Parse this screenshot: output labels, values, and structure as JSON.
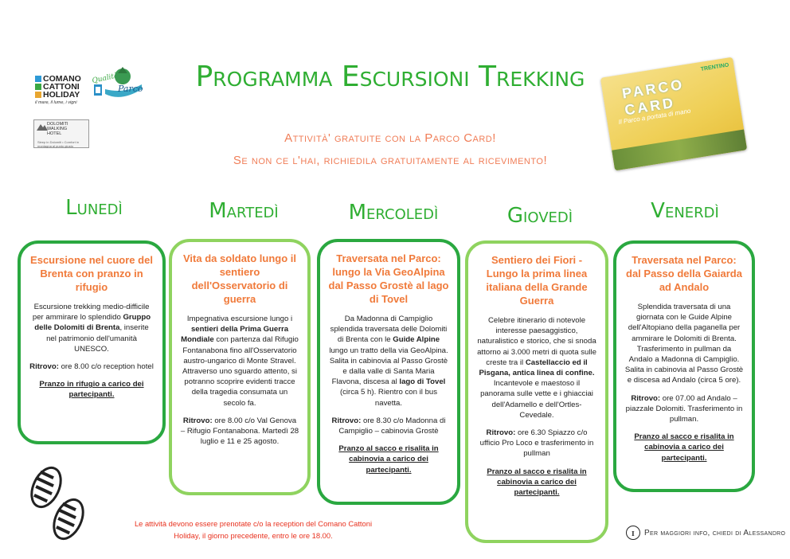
{
  "logos": {
    "comano": {
      "line1": "COMANO",
      "line2": "CATTONI",
      "line3": "HOLIDAY",
      "tagline": "il mare, il lume, i vigni"
    },
    "parco": {
      "script": "Qualità",
      "name": "Parco"
    },
    "dolomiti": {
      "line1": "DOLOMITI",
      "line2": "WALKING",
      "line3": "HOTEL",
      "sub": "Sleep in Dolomiti  •  Comfort in montagna al punto giusto"
    }
  },
  "header": {
    "title": "Programma Escursioni Trekking",
    "subtitle_line1": "Attività' gratuite con la Parco Card!",
    "subtitle_line2": "Se non ce l'hai, richiedila gratuitamente al ricevimento!"
  },
  "parco_card": {
    "title": "PARCO CARD",
    "brand": "TRENTINO",
    "motto": "Il Parco a portata di mano"
  },
  "days": [
    {
      "name": "Lunedì",
      "title": "Escursione nel cuore del Brenta con pranzo in rifugio",
      "p1_a": "Escursione trekking medio-difficile per ammirare lo splendido ",
      "p1_b": "Gruppo delle Dolomiti di Brenta",
      "p1_c": ", inserite nel patrimonio dell'umanità UNESCO.",
      "ritrovo_label": "Ritrovo:",
      "ritrovo": " ore 8.00 c/o reception hotel",
      "footer": "Pranzo in rifugio a carico dei partecipanti."
    },
    {
      "name": "Martedì",
      "title": "Vita da soldato lungo il sentiero dell'Osservatorio di guerra",
      "p1_a": "Impegnativa escursione lungo i ",
      "p1_b": "sentieri della Prima Guerra Mondiale",
      "p1_c": " con partenza dal Rifugio Fontanabona fino all'Osservatorio austro-ungarico di Monte Stravel. Attraverso uno sguardo attento, si potranno scoprire evidenti tracce della tragedia consumata un secolo fa.",
      "ritrovo_label": "Ritrovo:",
      "ritrovo": " ore 8.00 c/o Val Genova – Rifugio Fontanabona. Martedì 28 luglio e 11 e 25 agosto."
    },
    {
      "name": "Mercoledì",
      "title": "Traversata nel Parco: lungo la Via GeoAlpina dal Passo Grostè al lago di Tovel",
      "p1_a": "Da Madonna di Campiglio splendida traversata delle Dolomiti di Brenta con le ",
      "p1_b": "Guide Alpine",
      "p1_c": " lungo un tratto della via GeoAlpina. Salita in cabinovia al Passo Grostè e dalla valle di Santa Maria Flavona, discesa al ",
      "p1_d": "lago di Tovel",
      "p1_e": " (circa 5 h). Rientro con il bus navetta.",
      "ritrovo_label": "Ritrovo:",
      "ritrovo": " ore 8.30 c/o Madonna di Campiglio – cabinovia Grostè",
      "footer": "Pranzo al sacco e risalita in cabinovia a carico dei partecipanti."
    },
    {
      "name": "Giovedì",
      "title": "Sentiero dei Fiori - Lungo la prima linea italiana della Grande Guerra",
      "p1_a": "Celebre itinerario di notevole interesse paesaggistico, naturalistico e storico, che si snoda attorno ai 3.000 metri di quota sulle creste tra il ",
      "p1_b": "Castellaccio ed il Pisgana, antica linea di confine.",
      "p1_c": " Incantevole e maestoso il panorama sulle vette e i ghiacciai dell'Adamello e dell'Ortles-Cevedale.",
      "ritrovo_label": "Ritrovo:",
      "ritrovo": " ore 6.30 Spiazzo c/o ufficio Pro Loco e trasferimento in pullman",
      "footer": "Pranzo al sacco e risalita in cabinovia a carico dei partecipanti."
    },
    {
      "name": "Venerdì",
      "title": "Traversata nel Parco: dal Passo della Gaiarda ad Andalo",
      "p1": "Splendida traversata di una giornata con le Guide Alpine dell'Altopiano della paganella per ammirare le Dolomiti di Brenta. Trasferimento in pullman da Andalo a Madonna di Campiglio. Salita in cabinovia al Passo Grostè e discesa ad Andalo (circa 5 ore).",
      "ritrovo_label": "Ritrovo:",
      "ritrovo": " ore 07.00 ad Andalo – piazzale Dolomiti. Trasferimento in pullman.",
      "footer": "Pranzo al sacco e risalita in cabinovia a carico dei partecipanti."
    }
  ],
  "note": "Le attività devono essere prenotate c/o la reception del Comano Cattoni Holiday, il giorno precedente, entro le ore 18.00.",
  "info": {
    "icon": "info-icon",
    "text": "Per maggiori info, chiedi di Alessandro"
  },
  "colors": {
    "green": "#2fae32",
    "light_green": "#8fd35f",
    "orange": "#f07a3a",
    "red": "#e8321f"
  }
}
